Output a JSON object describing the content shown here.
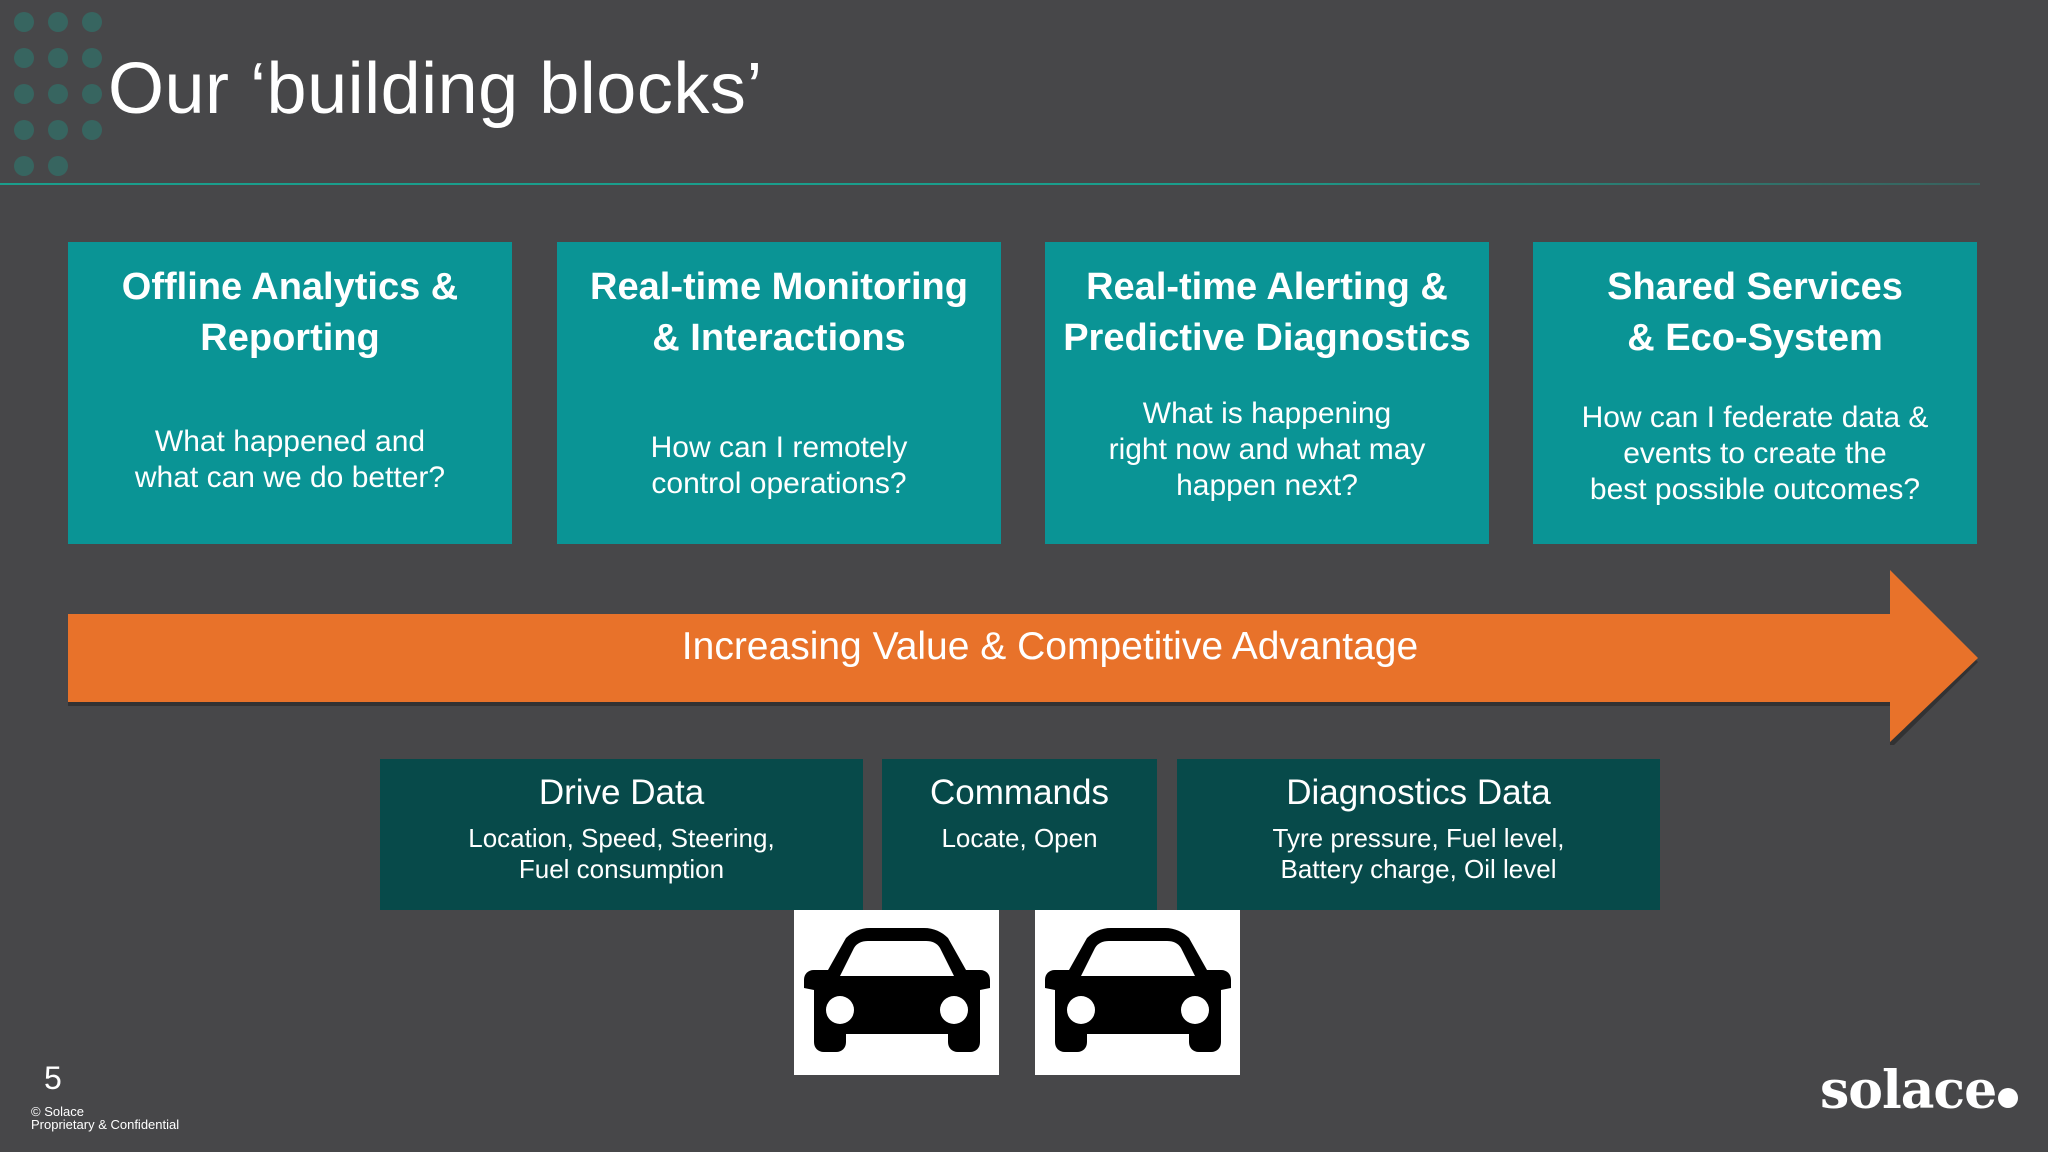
{
  "slide": {
    "title": "Our ‘building blocks’",
    "page_number": "5",
    "copyright_line1": "© Solace",
    "copyright_line2": "Proprietary & Confidential",
    "logo_text": "solace"
  },
  "colors": {
    "background": "#474749",
    "block_teal": "#0a9495",
    "arrow_orange": "#e8722a",
    "data_box_dark_teal": "#074a4a",
    "rule_green": "#1a9e8c"
  },
  "blocks": [
    {
      "title_line1": "Offline Analytics &",
      "title_line2": "Reporting",
      "question_lines": [
        "What happened and",
        "what can we do better?"
      ]
    },
    {
      "title_line1": "Real-time Monitoring",
      "title_line2": "& Interactions",
      "question_lines": [
        "How can I remotely",
        "control operations?"
      ]
    },
    {
      "title_line1": "Real-time Alerting &",
      "title_line2": "Predictive Diagnostics",
      "question_lines": [
        "What is happening",
        "right now and what may",
        "happen next?"
      ]
    },
    {
      "title_line1": "Shared Services",
      "title_line2": "& Eco-System",
      "question_lines": [
        "How can I federate data &",
        "events to create the",
        "best possible outcomes?"
      ]
    }
  ],
  "arrow": {
    "label": "Increasing Value & Competitive Advantage"
  },
  "data_boxes": [
    {
      "title": "Drive Data",
      "detail_lines": [
        "Location, Speed, Steering,",
        "Fuel consumption"
      ]
    },
    {
      "title": "Commands",
      "detail_lines": [
        "Locate, Open"
      ]
    },
    {
      "title": "Diagnostics Data",
      "detail_lines": [
        "Tyre pressure, Fuel level,",
        "Battery charge, Oil level"
      ]
    }
  ],
  "vehicles": [
    {
      "icon": "car-icon"
    },
    {
      "icon": "car-icon"
    }
  ]
}
